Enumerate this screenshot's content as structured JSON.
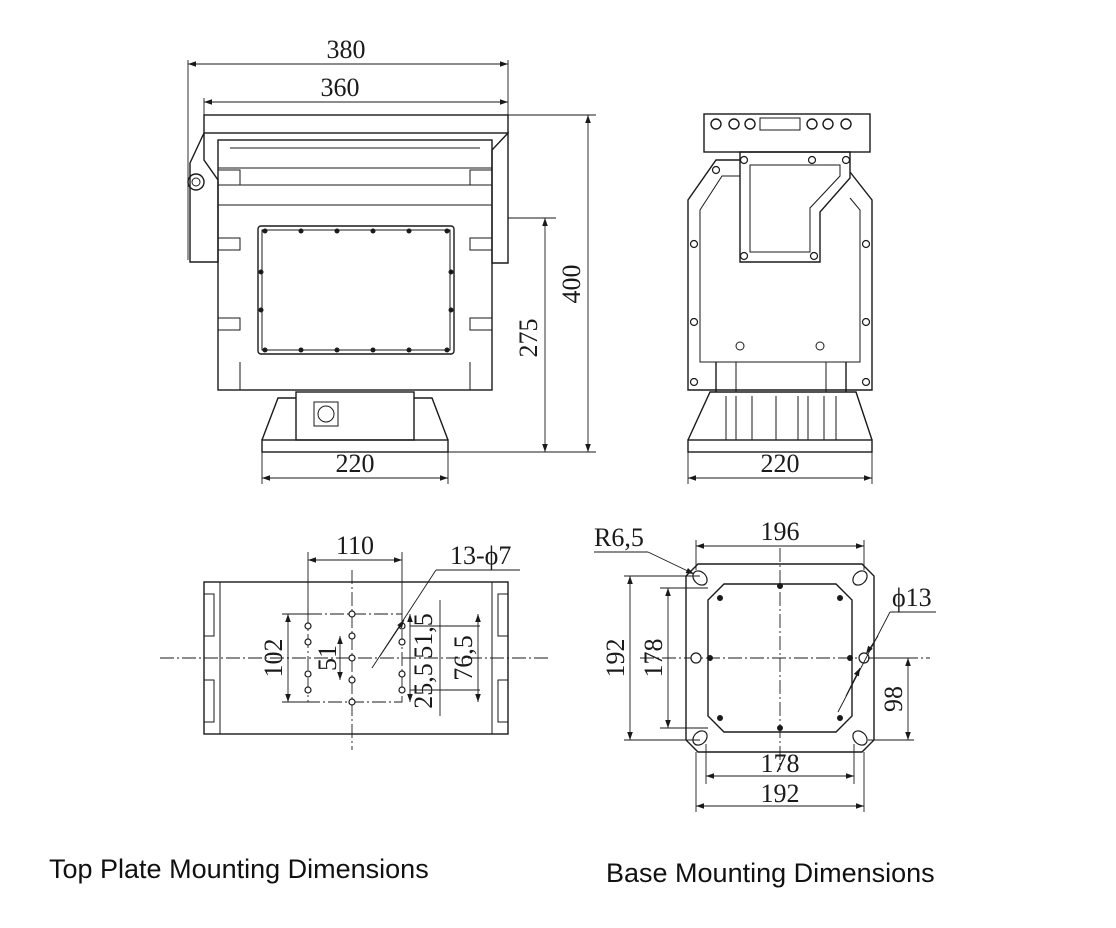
{
  "captions": {
    "top_plate": "Top Plate Mounting Dimensions",
    "base": "Base Mounting Dimensions"
  },
  "front_view": {
    "width_outer": "380",
    "width_inner": "360",
    "height_total": "400",
    "height_axis": "275",
    "base_width": "220"
  },
  "side_view": {
    "base_width": "220"
  },
  "top_plate": {
    "spacing": "110",
    "holes": "13-ϕ7",
    "height": "102",
    "inner": "51",
    "offset_a": "51,5",
    "offset_b": "76,5",
    "offset_c": "25,5"
  },
  "base_plate": {
    "radius": "R6,5",
    "width_top": "196",
    "height_outer": "192",
    "height_inner": "178",
    "hole_dia": "ϕ13",
    "offset": "98",
    "width_inner": "178",
    "width_outer": "192"
  }
}
